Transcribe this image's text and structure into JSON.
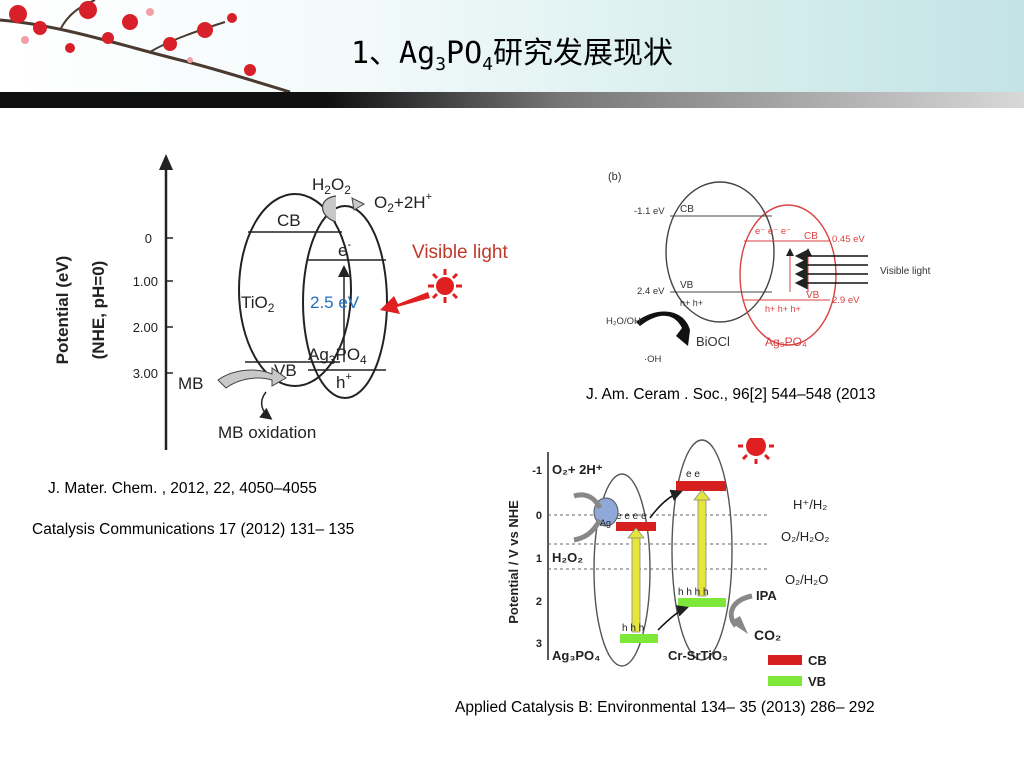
{
  "slide": {
    "title_prefix": "1、Ag",
    "title_sub1": "3",
    "title_mid": "PO",
    "title_sub2": "4",
    "title_suffix": "研究发展现状"
  },
  "figure_left": {
    "y_axis_label_line1": "Potential (eV)",
    "y_axis_label_line2": "(NHE, pH=0)",
    "ticks": [
      "0",
      "1.00",
      "2.00",
      "3.00"
    ],
    "tio2_label": "TiO",
    "tio2_sub": "2",
    "cb_label": "CB",
    "vb_label": "VB",
    "h2o2_prefix": "H",
    "h2o2_sub": "2",
    "h2o2_o": "O",
    "o2_prefix": "O",
    "o2_sub": "2",
    "o2_suffix": "+2H",
    "o2_sup": "+",
    "electron": "e",
    "electron_sup": "-",
    "bandgap": "2.5 eV",
    "ag_label": "Ag",
    "ag_sub1": "3",
    "ag_po": "PO",
    "ag_sub2": "4",
    "hole": "h",
    "hole_sup": "+",
    "visible_light": "Visible light",
    "mb": "MB",
    "mb_oxidation": "MB oxidation",
    "colors": {
      "bandgap": "#1f6fc4",
      "visible_light": "#c0392b",
      "arrow": "#e02020",
      "sun": "#e02020"
    }
  },
  "figure_right_top": {
    "panel_label": "(b)",
    "cb_left_energy": "-1.1 eV",
    "vb_left_energy": "2.4 eV",
    "cb": "CB",
    "vb": "VB",
    "cb_right_energy": "0.45 eV",
    "vb_right_energy": "2.9 eV",
    "visible_light": "Visible light",
    "electrons": "e⁻ e⁻ e⁻",
    "holes_left": "h+  h+",
    "holes_right": "h+  h+  h+",
    "h2o_oh": "H₂O/OH⁻",
    "oh_radical": "·OH",
    "biocl": "BiOCl",
    "ag3po4": "Ag₃PO₄",
    "colors": {
      "red": "#d94040"
    }
  },
  "figure_right_bottom": {
    "y_axis_label": "Potential / V vs NHE",
    "ticks": [
      "-1",
      "0",
      "1",
      "2",
      "3"
    ],
    "o2_2h": "O₂+ 2H⁺",
    "h2o2": "H₂O₂",
    "h_h2": "H⁺/H₂",
    "o2_h2o2": "O₂/H₂O₂",
    "o2_h2o": "O₂/H₂O",
    "ipa": "IPA",
    "co2": "CO₂",
    "ag3po4": "Ag₃PO₄",
    "cr_srtio3": "Cr-SrTiO₃",
    "legend_cb": "CB",
    "legend_vb": "VB",
    "ag_np": "Ag",
    "electrons_left": "e e e e",
    "electrons_right": "e e",
    "holes_left": "h h h",
    "holes_right": "h h h h",
    "colors": {
      "cb": "#d62020",
      "vb": "#7de83a",
      "arrow": "#e6e63a",
      "sun": "#e02020",
      "ag": "#8fa8d8"
    }
  },
  "citations": {
    "mater_chem": "J. Mater. Chem. , 2012, 22, 4050–4055",
    "catal_comm": "Catalysis Communications 17 (2012) 131– 135",
    "am_ceram": "J. Am. Ceram . Soc., 96[2] 544–548 (2013",
    "appl_catal": "Applied  Catalysis  B:  Environmental  134– 35 (2013) 286– 292"
  }
}
